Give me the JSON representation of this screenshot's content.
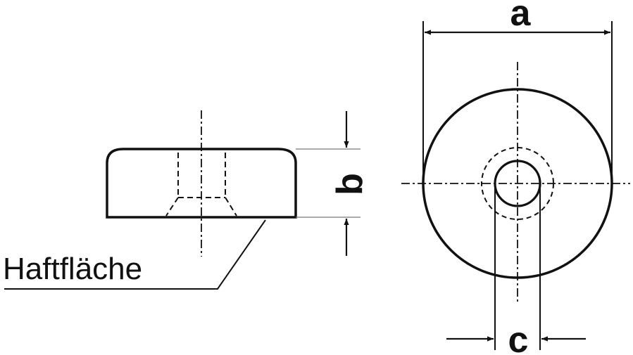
{
  "drawing": {
    "callout_label": "Haftfläche",
    "dimensions": {
      "a": "a",
      "b": "b",
      "c": "c"
    },
    "colors": {
      "line": "#111111",
      "thin_line": "#777777",
      "background": "#ffffff"
    }
  }
}
